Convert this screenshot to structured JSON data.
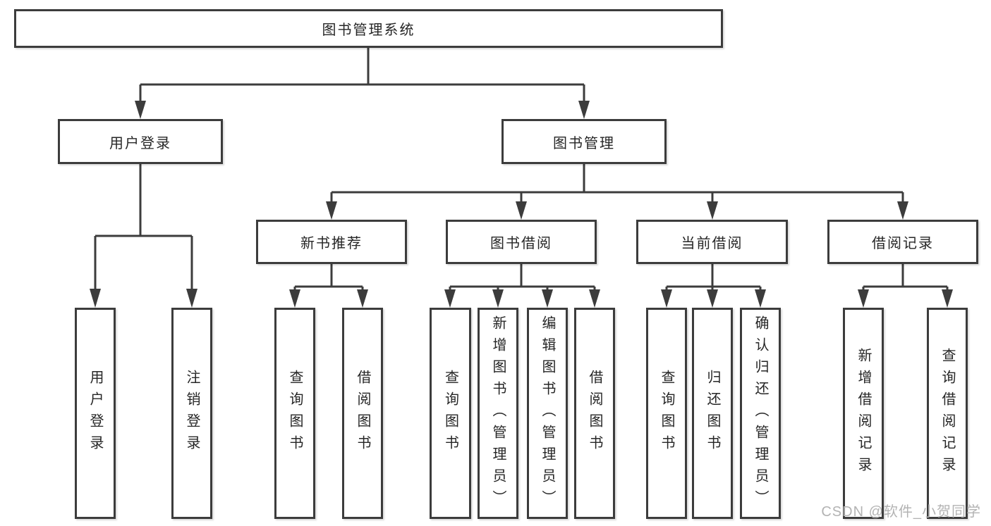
{
  "tree": {
    "root": {
      "label": "图书管理系统"
    },
    "branches": [
      {
        "label": "用户登录",
        "children": [
          {
            "label": "用户登录"
          },
          {
            "label": "注销登录"
          }
        ]
      },
      {
        "label": "图书管理",
        "children": [
          {
            "label": "新书推荐",
            "children": [
              {
                "label": "查询图书"
              },
              {
                "label": "借阅图书"
              }
            ]
          },
          {
            "label": "图书借阅",
            "children": [
              {
                "label": "查询图书"
              },
              {
                "label": "新增图书（管理员）"
              },
              {
                "label": "编辑图书（管理员）"
              },
              {
                "label": "借阅图书"
              }
            ]
          },
          {
            "label": "当前借阅",
            "children": [
              {
                "label": "查询图书"
              },
              {
                "label": "归还图书"
              },
              {
                "label": "确认归还（管理员）"
              }
            ]
          },
          {
            "label": "借阅记录",
            "children": [
              {
                "label": "新增借阅记录"
              },
              {
                "label": "查询借阅记录"
              }
            ]
          }
        ]
      }
    ]
  },
  "watermark": {
    "text": "CSDN @软件_小贺同学"
  },
  "colors": {
    "line": "#3c3c3c",
    "box_border": "#3c3c3c",
    "text": "#262626",
    "watermark": "#b3b3b3",
    "background": "#ffffff"
  }
}
